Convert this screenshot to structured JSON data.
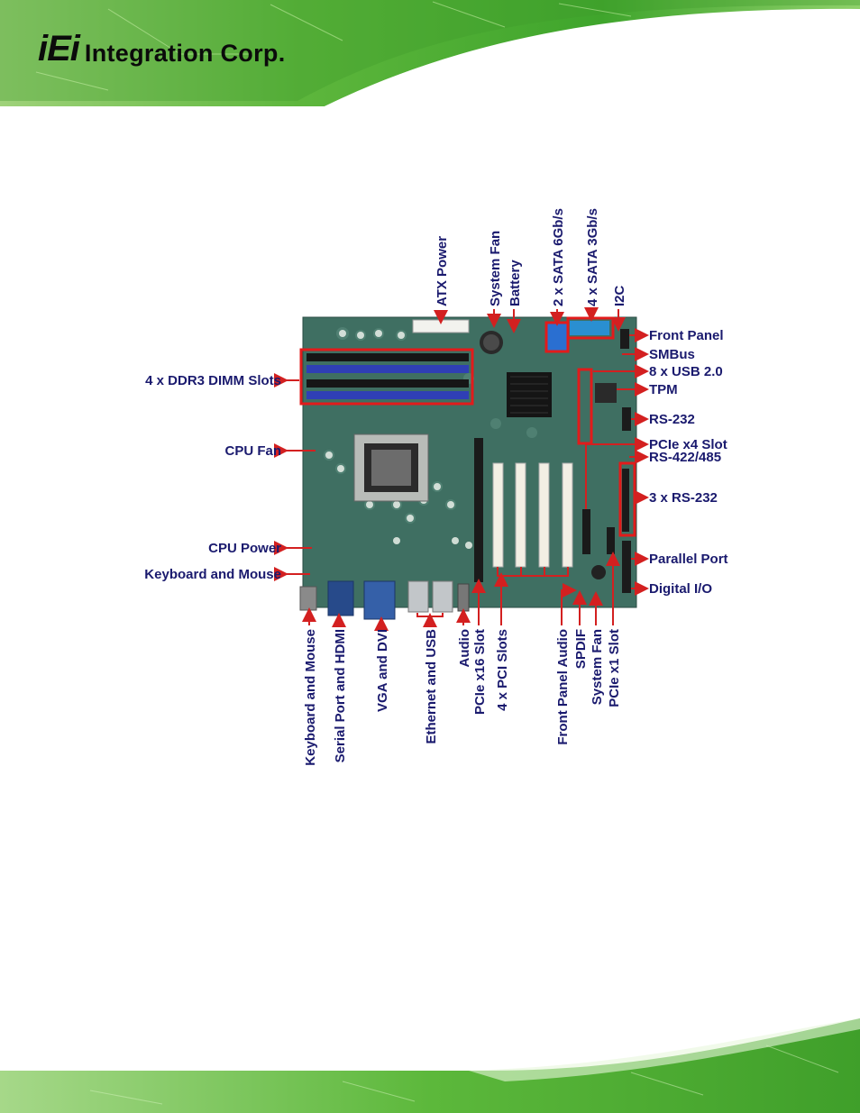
{
  "header": {
    "logo_mark": "iEi",
    "logo_text": "Integration Corp."
  },
  "labels_top": [
    "ATX Power",
    "System Fan",
    "Battery",
    "2 x SATA 6Gb/s",
    "4 x SATA 3Gb/s",
    "I2C"
  ],
  "labels_right": [
    "Front Panel",
    "SMBus",
    "8 x USB 2.0",
    "TPM",
    "RS-232",
    "PCIe x4 Slot",
    "RS-422/485",
    "3 x RS-232",
    "Parallel Port",
    "Digital I/O"
  ],
  "labels_left": [
    "4 x DDR3 DIMM Slots",
    "CPU Fan",
    "CPU Power",
    "Keyboard and Mouse"
  ],
  "labels_bottom": [
    "Keyboard and Mouse",
    "Serial Port and HDMI",
    "VGA and DVI",
    "Ethernet and USB",
    "Audio",
    "PCIe x16 Slot",
    "4 x PCI Slots",
    "Front Panel Audio",
    "SPDIF",
    "System Fan",
    "PCIe x1 Slot"
  ],
  "colors": {
    "label": "#1a1a6e",
    "arrow": "#d32020",
    "board": "#3f6f62",
    "banner_green": "#6cc04a"
  }
}
